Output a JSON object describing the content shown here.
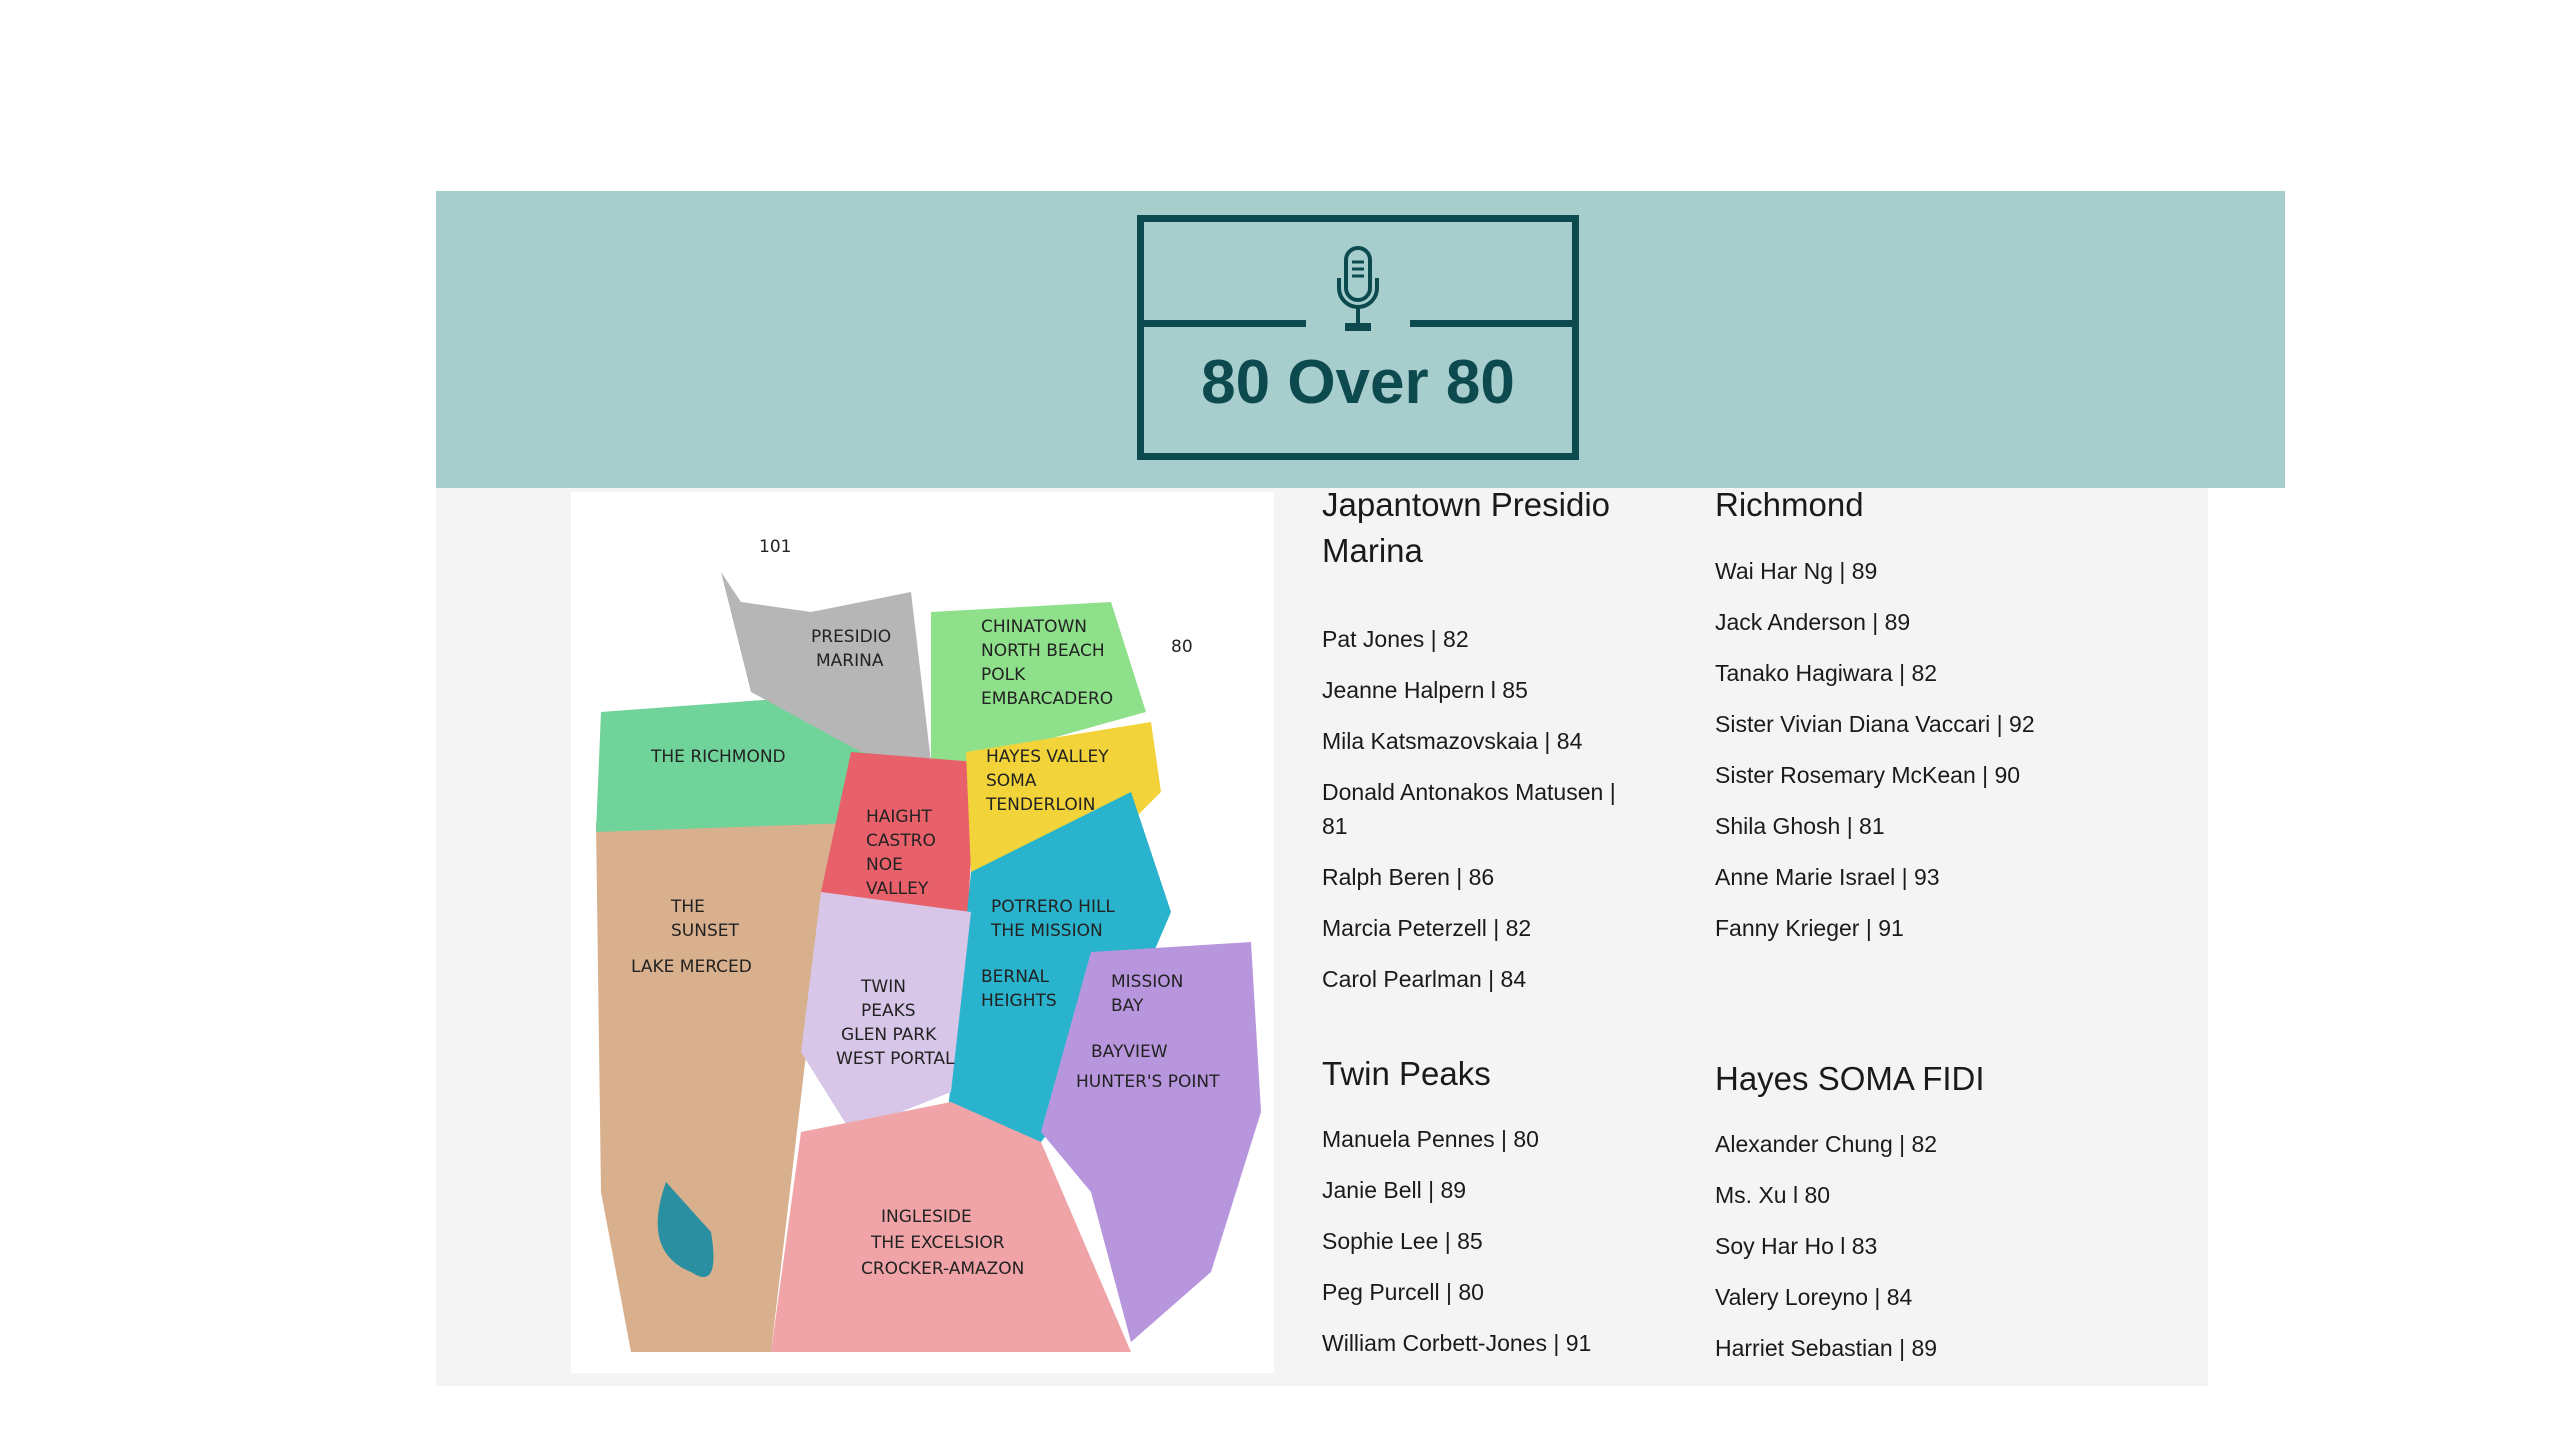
{
  "header": {
    "title": "80 Over 80",
    "logo_icon": "microphone-icon",
    "background_color": "#a7cdcc",
    "brand_color": "#0d4a50"
  },
  "map": {
    "labels": [
      "101",
      "80",
      "PRESIDIO",
      "MARINA",
      "CHINATOWN",
      "NORTH BEACH",
      "POLK",
      "EMBARCADERO",
      "THE RICHMOND",
      "HAYES VALLEY",
      "SOMA",
      "TENDERLOIN",
      "HAIGHT",
      "CASTRO",
      "NOE",
      "VALLEY",
      "THE",
      "SUNSET",
      "LAKE MERCED",
      "POTRERO HILL",
      "THE MISSION",
      "TWIN",
      "PEAKS",
      "GLEN PARK",
      "WEST PORTAL",
      "BERNAL",
      "HEIGHTS",
      "MISSION",
      "BAY",
      "BAYVIEW",
      "HUNTER'S POINT",
      "INGLESIDE",
      "THE EXCELSIOR",
      "CROCKER-AMAZON"
    ]
  },
  "sections": [
    {
      "heading": "Japantown Presidio Marina",
      "items": [
        "Pat Jones | 82",
        "Jeanne Halpern l 85",
        "Mila Katsmazovskaia | 84",
        "Donald Antonakos Matusen | 81",
        "Ralph Beren | 86",
        "Marcia Peterzell | 82",
        "Carol Pearlman | 84"
      ]
    },
    {
      "heading": "Richmond",
      "items": [
        "Wai Har Ng | 89",
        "Jack Anderson | 89",
        "Tanako Hagiwara | 82",
        "Sister Vivian Diana Vaccari | 92",
        "Sister Rosemary McKean | 90",
        "Shila Ghosh | 81",
        "Anne Marie Israel | 93",
        "Fanny Krieger | 91"
      ]
    },
    {
      "heading": "Twin Peaks",
      "items": [
        "Manuela Pennes | 80",
        "Janie Bell | 89",
        "Sophie Lee | 85",
        "Peg Purcell | 80",
        "William Corbett-Jones | 91"
      ]
    },
    {
      "heading": "Hayes SOMA FIDI",
      "items": [
        "Alexander Chung | 82",
        "Ms. Xu l 80",
        "Soy Har Ho l 83",
        "Valery Loreyno | 84",
        "Harriet Sebastian | 89"
      ]
    }
  ]
}
